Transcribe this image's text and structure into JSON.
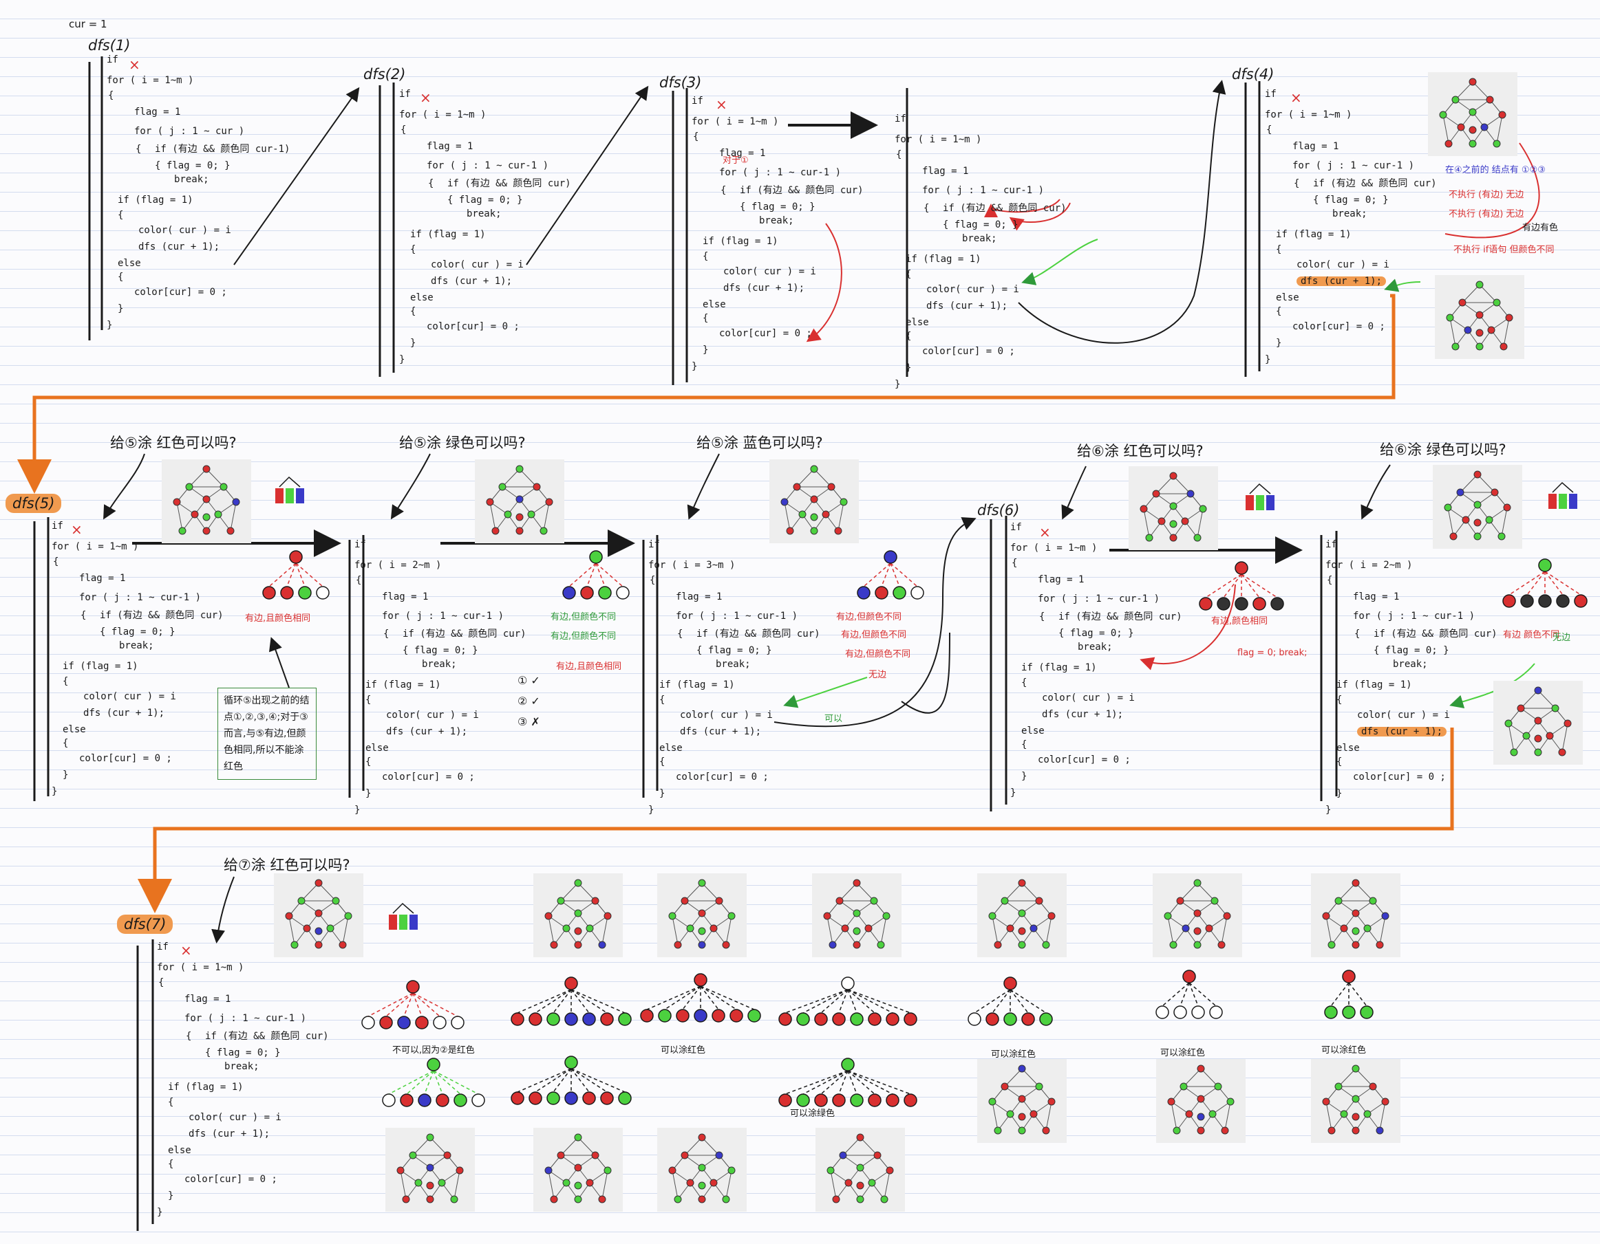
{
  "header": {
    "cur_label": "cur = 1"
  },
  "labels": {
    "dfs1": "dfs(1)",
    "dfs2": "dfs(2)",
    "dfs3": "dfs(3)",
    "dfs4": "dfs(4)",
    "dfs5": "dfs(5)",
    "dfs6": "dfs(6)",
    "dfs7": "dfs(7)"
  },
  "code": {
    "if_line": "if",
    "for_line": "for ( i = 1~m )",
    "for_line_2": "for ( i = 2~m )",
    "for_line_3": "for ( i = 3~m )",
    "brace_open": "{",
    "brace_close": "}",
    "flag_line": "flag = 1",
    "for_j_line": "for ( j : 1 ~ cur )",
    "for_j_line_minus": "for ( j : 1 ~ cur-1 )",
    "if_check_line": "if (有边 && 颜色同 cur-1)",
    "if_check_line_cur": "if (有边 && 颜色同 cur)",
    "flag0_line": "{ flag = 0; }",
    "break_line": "break;",
    "if_flag_line": "if (flag = 1)",
    "color_line": "color( cur ) = i",
    "dfs_line": "dfs (cur + 1);",
    "else_line": "else",
    "color_reset_line": "color[cur] = 0 ;"
  },
  "questions": {
    "q5_red": "给⑤涂 红色可以吗?",
    "q5_green": "给⑤涂 绿色可以吗?",
    "q5_blue": "给⑤涂 蓝色可以吗?",
    "q6_red": "给⑥涂 红色可以吗?",
    "q6_green": "给⑥涂 绿色可以吗?",
    "q7_red": "给⑦涂 红色可以吗?"
  },
  "annotations": {
    "dfs3_note": "对于①",
    "dfs3_cur": "cur",
    "dfs3b_cur": "cur",
    "dfs4_note_top": "在④之前的 结点有 ①②③",
    "dfs4_a": "不执行 (有边) 无边",
    "dfs4_b": "不执行 (有边) 无边",
    "dfs4_c": "不执行 if语句 但颜色不同",
    "dfs4_d": "有边有色",
    "m_label": "m",
    "dfs5_note_red": "有边,且颜色相同",
    "dfs5_box": "循环⑤出现之前的结点①,②,③,④;对于③而言,与⑤有边,但颜色相同,所以不能涂红色",
    "dfs5g_n1": "有边,但颜色不同",
    "dfs5g_n2": "有边,但颜色不同",
    "dfs5g_n3": "有边,且颜色相同",
    "dfs5g_ok": "① ✓",
    "dfs5g_ok2": "② ✓",
    "dfs5g_ok3": "③ ✗",
    "dfs5b_n1": "有边,但颜色不同",
    "dfs5b_n2": "有边,但颜色不同",
    "dfs5b_n3": "有边,但颜色不同",
    "dfs5b_n4": "无边",
    "dfs5b_ok": "可以",
    "dfs6_red_note": "有边,颜色相同",
    "dfs6_flag": "flag = 0; break;",
    "dfs6g_n1": "有边 颜色不同",
    "dfs6g_n2": "无边",
    "dfs7_note": "不可以,因为②是红色",
    "cap1": "可以涂红色",
    "cap2": "可以涂绿色",
    "cap3": "可以涂红色",
    "cap4": "可以涂红色",
    "cap5": "可以涂红色"
  },
  "colors": {
    "red": "#d93030",
    "green": "#4cd13f",
    "blue": "#3a3ac8",
    "orange": "#e8731f",
    "text": "#1a1a1a"
  },
  "graph_thumbnails": [
    {
      "label": "graph after dfs(4) - top"
    },
    {
      "label": "graph after dfs(4) - bottom"
    },
    {
      "label": "graph dfs(5) red"
    },
    {
      "label": "graph dfs(5) green"
    },
    {
      "label": "graph dfs(5) blue"
    },
    {
      "label": "graph dfs(6) red"
    },
    {
      "label": "graph dfs(6) green"
    },
    {
      "label": "graph dfs(6) result"
    }
  ]
}
